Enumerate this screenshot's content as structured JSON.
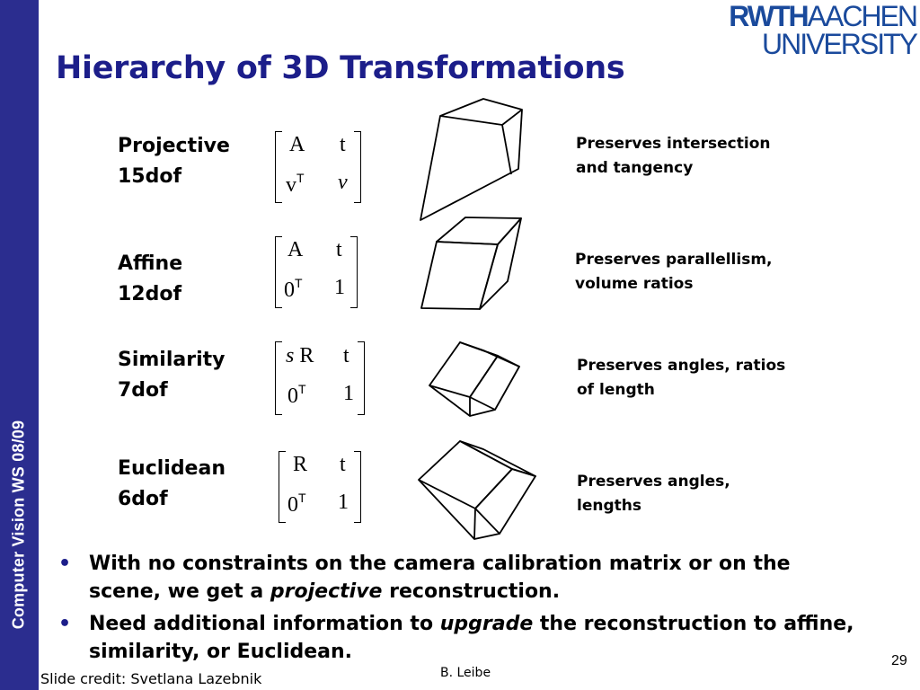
{
  "sidebar": {
    "course": "Computer Vision WS 08/09"
  },
  "logo": {
    "word1": "RWTH",
    "word2": "AACHEN",
    "word3": "UNIVERSITY"
  },
  "title": "Hierarchy of 3D Transformations",
  "transformations": [
    {
      "name": "Projective",
      "dof": "15dof",
      "matrix": {
        "r1c1": "A",
        "r1c2": "t",
        "r2c1": "v",
        "r2c1_sup": "T",
        "r2c2": "v"
      },
      "description": [
        "Preserves intersection",
        "and tangency"
      ]
    },
    {
      "name": "Affine",
      "dof": "12dof",
      "matrix": {
        "r1c1": "A",
        "r1c2": "t",
        "r2c1": "0",
        "r2c1_sup": "T",
        "r2c2": "1"
      },
      "description": [
        "Preserves parallellism,",
        "volume ratios"
      ]
    },
    {
      "name": "Similarity",
      "dof": "7dof",
      "matrix": {
        "r1c1_italic": "s",
        "r1c1": "R",
        "r1c2": "t",
        "r2c1": "0",
        "r2c1_sup": "T",
        "r2c2": "1"
      },
      "description": [
        "Preserves angles, ratios",
        "of length"
      ]
    },
    {
      "name": "Euclidean",
      "dof": "6dof",
      "matrix": {
        "r1c1": "R",
        "r1c2": "t",
        "r2c1": "0",
        "r2c1_sup": "T",
        "r2c2": "1"
      },
      "description": [
        "Preserves angles,",
        "lengths"
      ]
    }
  ],
  "bullets": [
    {
      "before": "With no constraints on the camera calibration matrix or on the scene, we get a ",
      "emphasis": "projective",
      "after": " reconstruction."
    },
    {
      "before": "Need additional information to ",
      "emphasis": "upgrade",
      "after": " the reconstruction to affine, similarity, or Euclidean."
    }
  ],
  "footer": {
    "slide_credit": "Slide credit: Svetlana Lazebnik",
    "author": "B. Leibe",
    "page_number": "29"
  },
  "colors": {
    "sidebar": "#2b2d8f",
    "title": "#1c1e8a",
    "logo": "#1a4a9c"
  }
}
